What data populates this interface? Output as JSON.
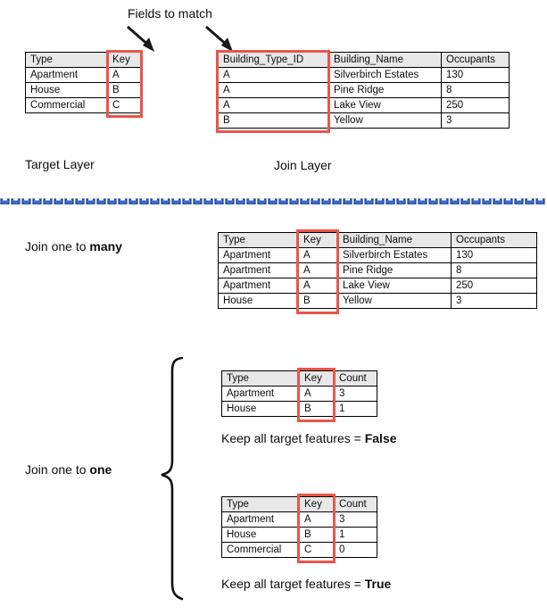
{
  "annotations": {
    "fields_to_match": "Fields to match",
    "target_layer": "Target Layer",
    "join_layer": "Join Layer",
    "join_one_to_many_prefix": "Join one to ",
    "join_one_to_many_emphasis": "many",
    "join_one_to_one_prefix": "Join one to ",
    "join_one_to_one_emphasis": "one",
    "keep_false_prefix": "Keep all target features = ",
    "keep_false_emphasis": "False",
    "keep_true_prefix": "Keep all target features = ",
    "keep_true_emphasis": "True"
  },
  "colors": {
    "highlight": "#e8564a",
    "header_bg": "#e8e8e8",
    "divider_blue": "#3a6fc4",
    "divider_blue_dark": "#1f3f8f",
    "border": "#000000",
    "text": "#0d0d0d"
  },
  "target_table": {
    "headers": [
      "Type",
      "Key"
    ],
    "rows": [
      [
        "Apartment",
        "A"
      ],
      [
        "House",
        "B"
      ],
      [
        "Commercial",
        "C"
      ]
    ],
    "highlighted_column": "Key"
  },
  "join_table": {
    "headers": [
      "Building_Type_ID",
      "Building_Name",
      "Occupants"
    ],
    "rows": [
      [
        "A",
        "Silverbirch Estates",
        "130"
      ],
      [
        "A",
        "Pine Ridge",
        "8"
      ],
      [
        "A",
        "Lake View",
        "250"
      ],
      [
        "B",
        "Yellow",
        "3"
      ]
    ],
    "highlighted_column": "Building_Type_ID"
  },
  "one_to_many_table": {
    "headers": [
      "Type",
      "Key",
      "Building_Name",
      "Occupants"
    ],
    "rows": [
      [
        "Apartment",
        "A",
        "Silverbirch Estates",
        "130"
      ],
      [
        "Apartment",
        "A",
        "Pine Ridge",
        "8"
      ],
      [
        "Apartment",
        "A",
        "Lake View",
        "250"
      ],
      [
        "House",
        "B",
        "Yellow",
        "3"
      ]
    ],
    "highlighted_column": "Key"
  },
  "one_to_one_false_table": {
    "headers": [
      "Type",
      "Key",
      "Count"
    ],
    "rows": [
      [
        "Apartment",
        "A",
        "3"
      ],
      [
        "House",
        "B",
        "1"
      ]
    ],
    "highlighted_column": "Key"
  },
  "one_to_one_true_table": {
    "headers": [
      "Type",
      "Key",
      "Count"
    ],
    "rows": [
      [
        "Apartment",
        "A",
        "3"
      ],
      [
        "House",
        "B",
        "1"
      ],
      [
        "Commercial",
        "C",
        "0"
      ]
    ],
    "highlighted_column": "Key"
  },
  "icons": {
    "arrow_left": "arrow-down-right-icon",
    "arrow_right": "arrow-down-right-icon",
    "brace": "curly-brace-icon",
    "divider": "dashed-divider-icon"
  }
}
